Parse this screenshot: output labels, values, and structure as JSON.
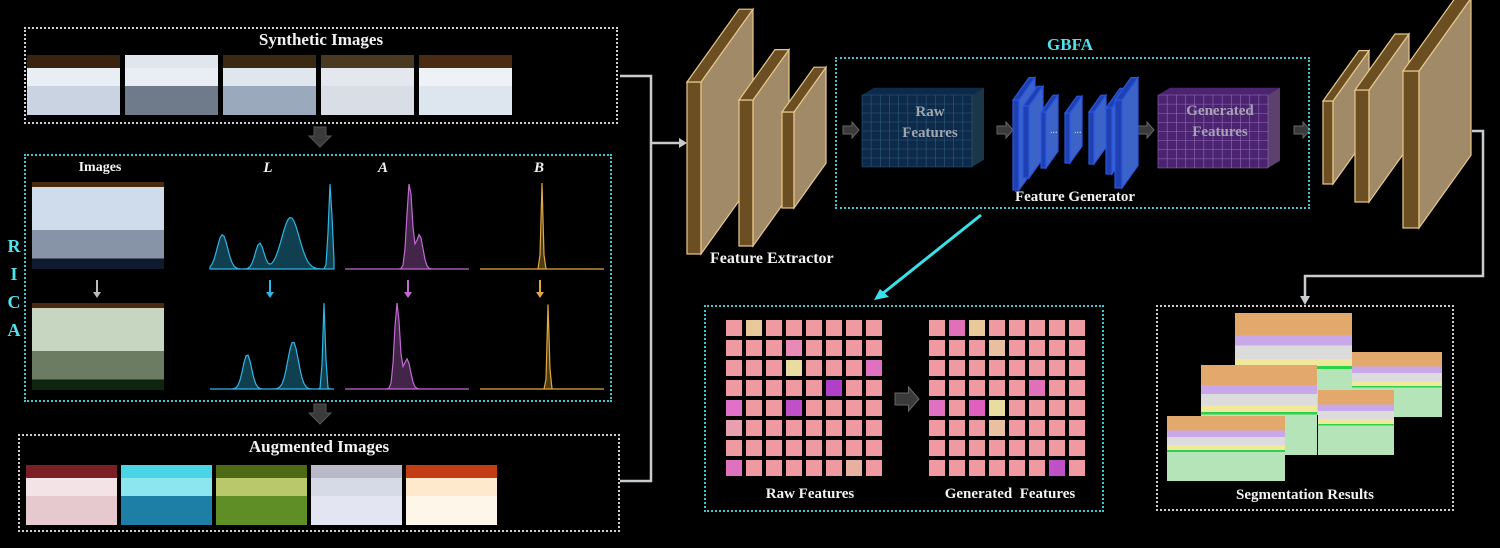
{
  "synthetic": {
    "title": "Synthetic Images",
    "thumbs": [
      {
        "name": "synthetic-image-1",
        "sky": "#3a2410",
        "ground": "#c9d3e2",
        "mid": "#e9eef5"
      },
      {
        "name": "synthetic-image-2",
        "sky": "#dfe6ee",
        "ground": "#6f7b8a",
        "mid": "#e9eef5"
      },
      {
        "name": "synthetic-image-3",
        "sky": "#3a2a14",
        "ground": "#9aaabc",
        "mid": "#dfe6ee"
      },
      {
        "name": "synthetic-image-4",
        "sky": "#4a3a22",
        "ground": "#d9dee6",
        "mid": "#e4e8ee"
      },
      {
        "name": "synthetic-image-5",
        "sky": "#4a2c12",
        "ground": "#dde5ee",
        "mid": "#eef2f6"
      }
    ]
  },
  "rica": {
    "label": "RICA",
    "letters": [
      "R",
      "I",
      "C",
      "A"
    ],
    "columns": {
      "images": "Images",
      "l": "L",
      "a": "A",
      "b": "B"
    },
    "colors": {
      "l": "#2fb6e6",
      "a": "#c469d4",
      "b": "#e0a940"
    }
  },
  "augmented": {
    "title": "Augmented Images",
    "thumbs": [
      {
        "name": "augmented-image-1",
        "sky": "#7a1f24",
        "ground": "#e6c9cf",
        "mid": "#f3e3e6"
      },
      {
        "name": "augmented-image-2",
        "sky": "#4ad5e6",
        "ground": "#1d7fa6",
        "mid": "#8ce6f0"
      },
      {
        "name": "augmented-image-3",
        "sky": "#4d6b14",
        "ground": "#5f8e26",
        "mid": "#b8c86a"
      },
      {
        "name": "augmented-image-4",
        "sky": "#b9b9c8",
        "ground": "#e3e6f2",
        "mid": "#d6d9e6"
      },
      {
        "name": "augmented-image-5",
        "sky": "#c23c14",
        "ground": "#fff6ea",
        "mid": "#ffe9cc"
      }
    ]
  },
  "extractor": {
    "label": "Feature Extractor"
  },
  "gbfa": {
    "title": "GBFA",
    "raw_cube_label": [
      "Raw",
      "Features"
    ],
    "gen_cube_label": [
      "Generated",
      "Features"
    ],
    "generator_label": "Feature Generator"
  },
  "feature_maps": {
    "raw_label": "Raw Features",
    "generated_label": "Generated  Features",
    "grid_size": 8
  },
  "segmentation": {
    "title": "Segmentation Results"
  },
  "colors": {
    "accent_cyan": "#3cc6d0",
    "slab_face": "#a08a68",
    "slab_edge": "#6b4e22",
    "slab_outline": "#e8c88a",
    "gen_slab": "#3c64c8",
    "raw_cube": "#0e2a4a",
    "gen_cube": "#4a2470",
    "feature_tile": "#ee9aa0"
  }
}
